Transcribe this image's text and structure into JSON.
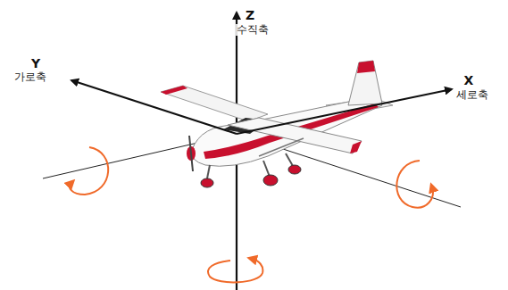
{
  "diagram": {
    "labels": [
      "Z",
      "수직축",
      "Y",
      "가로축",
      "X",
      "세로축"
    ]
  }
}
